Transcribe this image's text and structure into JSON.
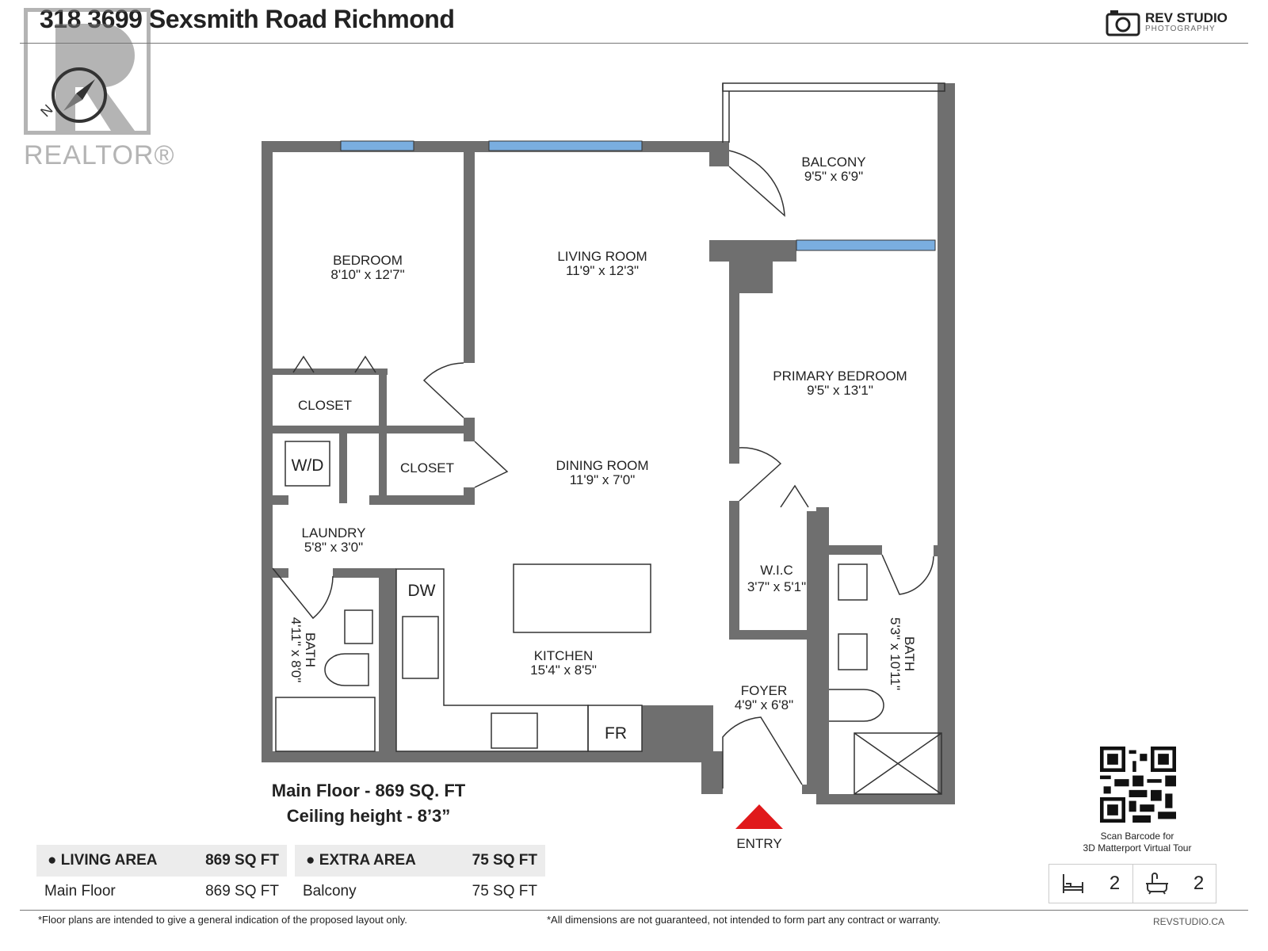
{
  "header": {
    "title": "318 3699 Sexsmith Road Richmond",
    "brand_name": "REV STUDIO",
    "brand_sub": "PHOTOGRAPHY",
    "realtor_mark": "REALTOR®"
  },
  "rooms": [
    {
      "name": "BALCONY",
      "size": "9'5\" x 6'9\""
    },
    {
      "name": "LIVING ROOM",
      "size": "11'9\" x 12'3\""
    },
    {
      "name": "BEDROOM",
      "size": "8'10\" x 12'7\""
    },
    {
      "name": "PRIMARY BEDROOM",
      "size": "9'5\" x 13'1\""
    },
    {
      "name": "CLOSET",
      "size": ""
    },
    {
      "name": "CLOSET",
      "size": ""
    },
    {
      "name": "DINING ROOM",
      "size": "11'9\" x 7'0\""
    },
    {
      "name": "LAUNDRY",
      "size": "5'8\" x 3'0\""
    },
    {
      "name": "W.I.C",
      "size": "3'7\" x 5'1\""
    },
    {
      "name": "KITCHEN",
      "size": "15'4\" x 8'5\""
    },
    {
      "name": "FOYER",
      "size": "4'9\" x 6'8\""
    },
    {
      "name": "BATH",
      "size": "4'11\" x 8'0\""
    },
    {
      "name": "BATH",
      "size": "5'3\" x 10'11\""
    }
  ],
  "fixtures": {
    "wd": "W/D",
    "dw": "DW",
    "fr": "FR",
    "entry": "ENTRY"
  },
  "floor_info": {
    "line1": "Main Floor - 869 SQ. FT",
    "line2": "Ceiling height - 8’3”"
  },
  "areas": [
    {
      "title": "LIVING AREA",
      "total": "869 SQ FT",
      "rows": [
        {
          "label": "Main Floor",
          "value": "869 SQ FT"
        }
      ]
    },
    {
      "title": "EXTRA AREA",
      "total": "75 SQ FT",
      "rows": [
        {
          "label": "Balcony",
          "value": "75 SQ FT"
        }
      ]
    }
  ],
  "qr": {
    "caption_line1": "Scan Barcode for",
    "caption_line2": "3D Matterport Virtual Tour"
  },
  "counts": {
    "bedrooms": "2",
    "bathrooms": "2"
  },
  "footer": {
    "left": "*Floor plans are intended to give a general indication of the proposed layout only.",
    "right": "*All dimensions are not guaranteed, not intended to form part any contract or warranty.",
    "url": "REVSTUDIO.CA"
  },
  "colors": {
    "wall": "#6f6f6f",
    "window": "#7aaee0",
    "entry": "#e0191b"
  }
}
